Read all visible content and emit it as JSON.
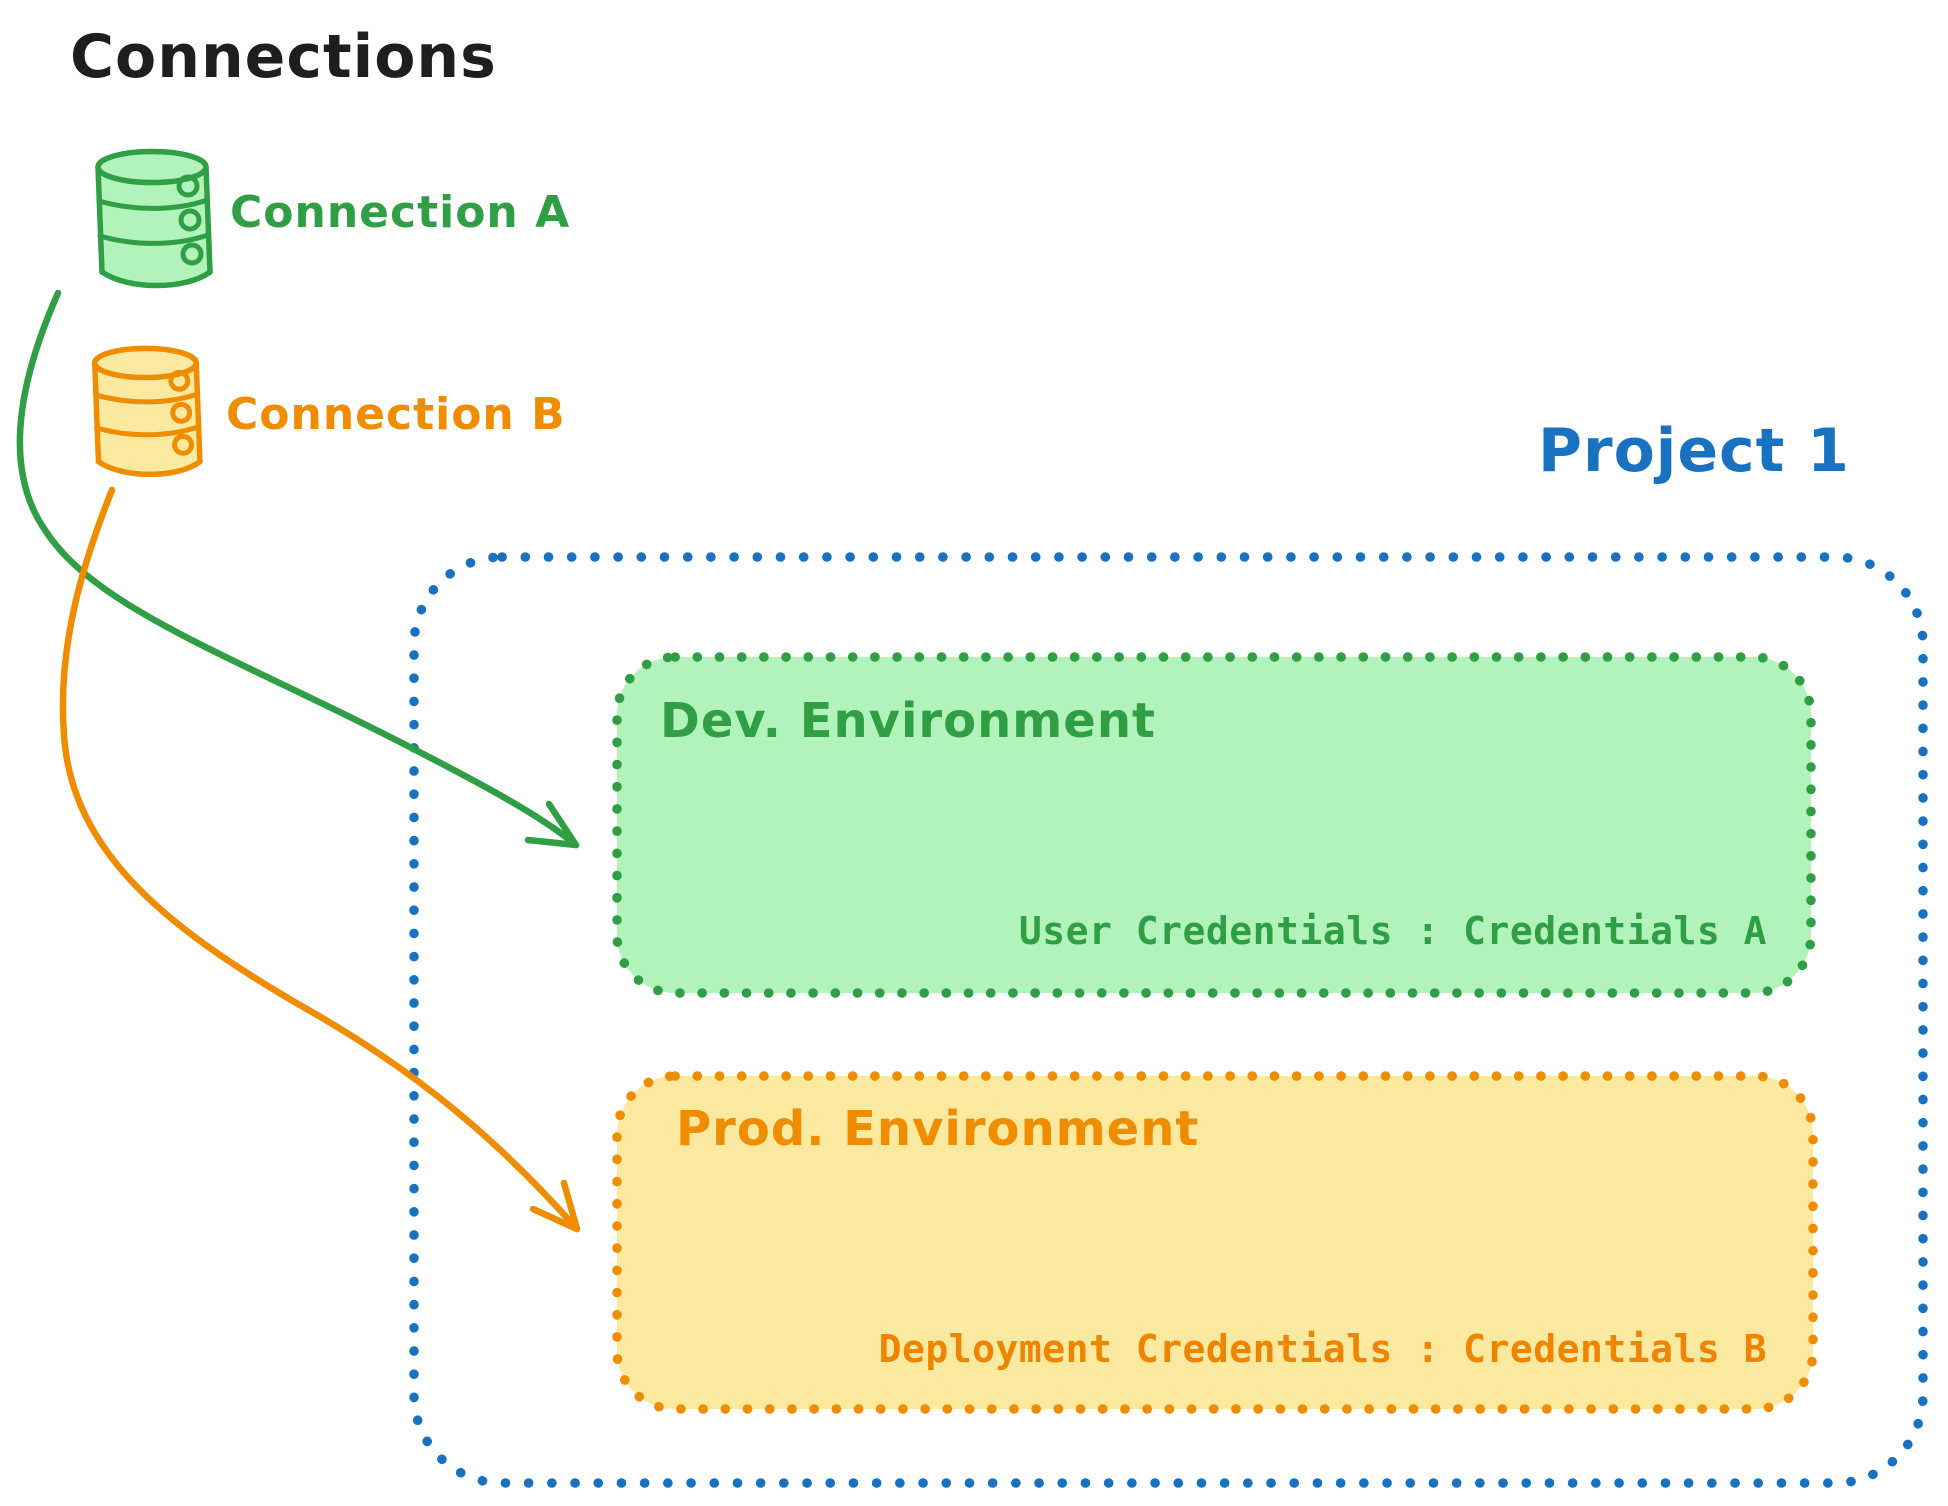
{
  "title": "Connections",
  "connections": [
    {
      "label": "Connection A",
      "color": "#2f9e44",
      "fill": "#b2f2bb",
      "icon": "database-icon"
    },
    {
      "label": "Connection B",
      "color": "#f08c00",
      "fill": "#fbe9a0",
      "icon": "database-icon"
    }
  ],
  "project": {
    "label": "Project 1",
    "color": "#1971c2",
    "border_style": "dotted",
    "environments": [
      {
        "name": "Dev. Environment",
        "credentials": "User Credentials : Credentials A",
        "color": "#2f9e44",
        "fill": "#b2f2bb",
        "border_style": "dotted"
      },
      {
        "name": "Prod. Environment",
        "credentials": "Deployment Credentials : Credentials B",
        "color": "#f08c00",
        "fill": "#fbe9a0",
        "border_style": "dotted"
      }
    ]
  },
  "arrows": [
    {
      "from": "Connection A",
      "to": "Dev. Environment",
      "color": "#2f9e44"
    },
    {
      "from": "Connection B",
      "to": "Prod. Environment",
      "color": "#f08c00"
    }
  ]
}
